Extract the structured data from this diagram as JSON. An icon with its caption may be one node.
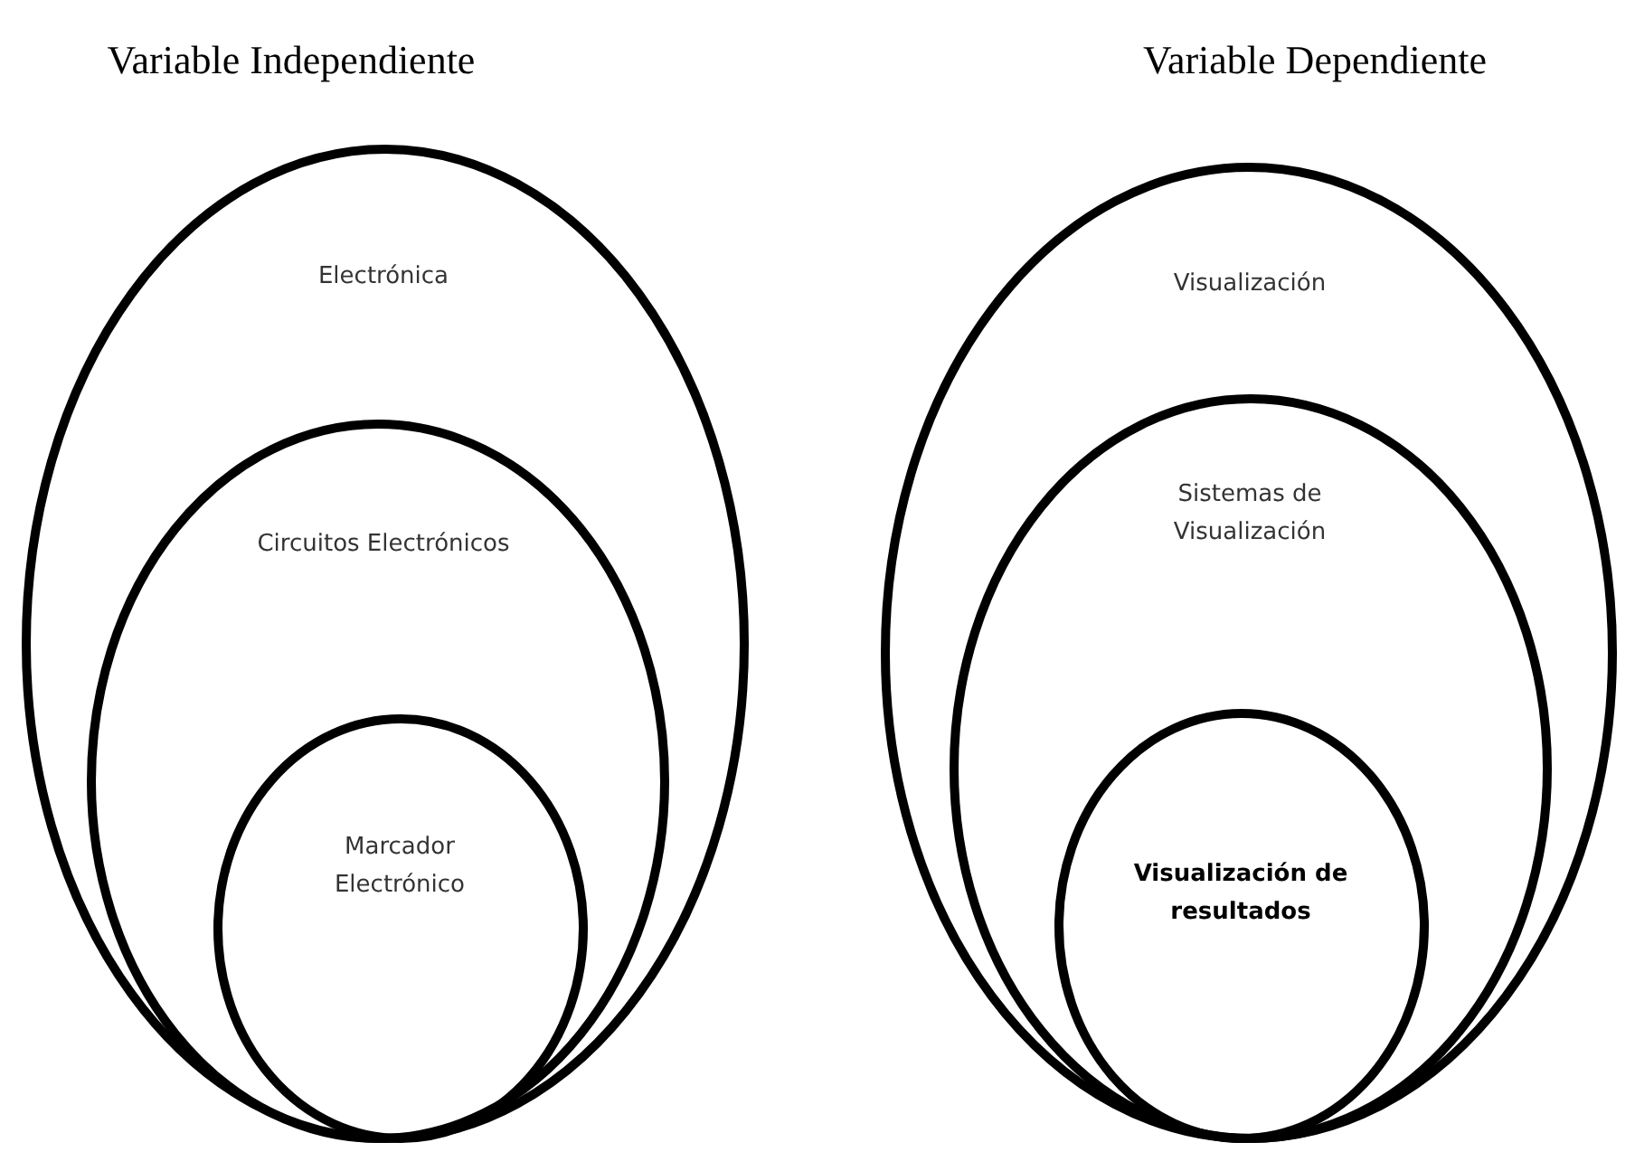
{
  "diagram": {
    "nodes": [
      {
        "text": [
          "Variable Independiente",
          "Electrónica"
        ]
      },
      {
        "text": [
          "Circuitos Electrónicos"
        ],
        "in": 0
      },
      {
        "text": [
          "Marcador Electrónico"
        ],
        "in": 1
      },
      {
        "text": [
          "Variable Dependiente",
          "Visualización"
        ]
      },
      {
        "text": [
          "Sistemas de Visualización"
        ],
        "in": 3
      },
      {
        "text": [
          "Visualización de resultados"
        ],
        "in": 4
      }
    ]
  }
}
